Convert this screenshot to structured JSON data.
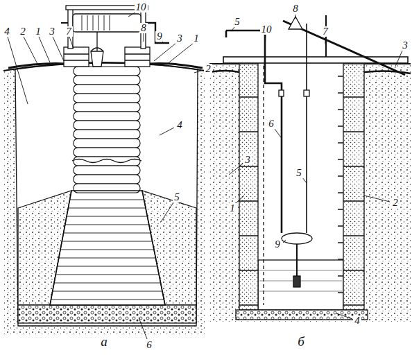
{
  "diagram": {
    "labels": [
      "4",
      "2",
      "1",
      "3",
      "7",
      "10",
      "8",
      "9",
      "3",
      "1",
      "2",
      "4",
      "5",
      "6",
      "а",
      "5",
      "10",
      "8",
      "7",
      "3",
      "6",
      "5",
      "3",
      "1",
      "2",
      "9",
      "4",
      "б"
    ]
  }
}
